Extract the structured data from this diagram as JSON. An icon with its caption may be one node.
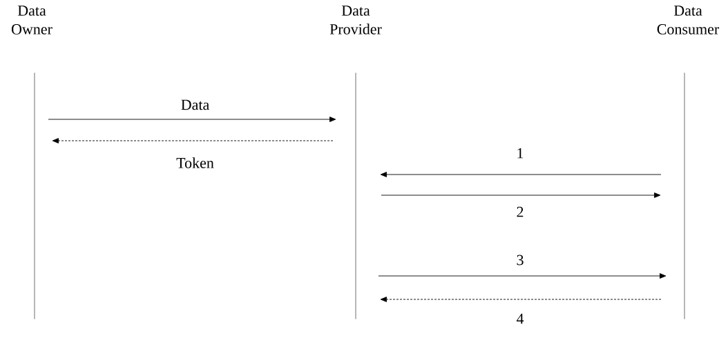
{
  "diagram": {
    "nodes": [
      {
        "text": [],
        "shape": "line",
        "beside": [
          "Data Owner"
        ]
      },
      {
        "text": [],
        "shape": "line",
        "beside": [
          "Data Provider"
        ]
      },
      {
        "text": [],
        "shape": "line",
        "beside": [
          "Data Consumer"
        ]
      }
    ],
    "edges": [
      {
        "from": 0,
        "to": 1,
        "arrow": "to",
        "label": "Data"
      },
      {
        "from": 1,
        "to": 0,
        "arrow": "to",
        "label": "Token",
        "style": "dashed"
      },
      {
        "from": 2,
        "to": 1,
        "arrow": "to",
        "label": "1"
      },
      {
        "from": 1,
        "to": 2,
        "arrow": "to",
        "label": "2"
      },
      {
        "from": 1,
        "to": 2,
        "arrow": "to",
        "label": "3"
      },
      {
        "from": 2,
        "to": 1,
        "arrow": "to",
        "label": "4",
        "style": "dashed"
      }
    ]
  }
}
